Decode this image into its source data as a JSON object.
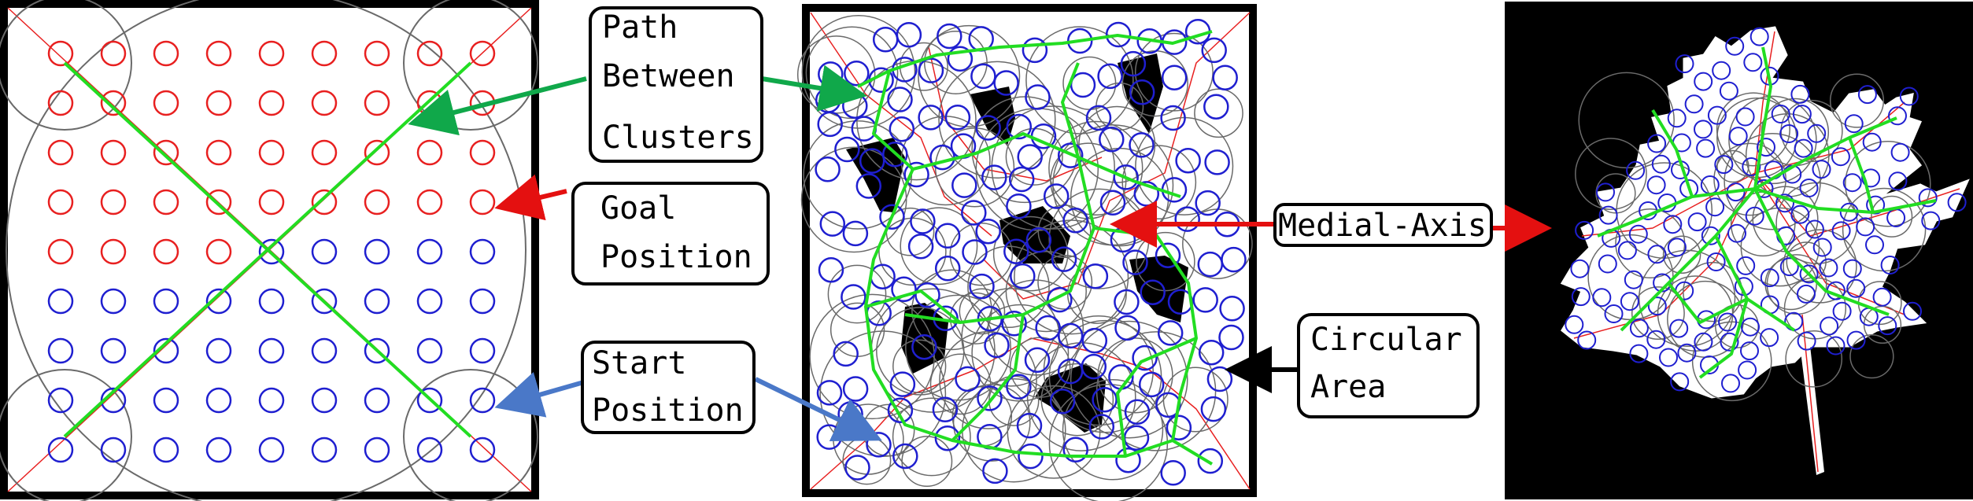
{
  "labels": {
    "path_between_clusters": [
      "Path",
      "Between",
      "Clusters"
    ],
    "goal_position": [
      "Goal",
      "Position"
    ],
    "start_position": [
      "Start",
      "Position"
    ],
    "medial_axis": [
      "Medial-Axis"
    ],
    "circular_area": [
      "Circular",
      "Area"
    ]
  },
  "colors": {
    "goal_agent": "#e82020",
    "start_agent": "#1f1fd0",
    "path": "#22dd22",
    "medial_axis": "#e82020",
    "cluster_circle": "#6a6a6a",
    "obstacle": "#000000",
    "arrow_green": "#10a84a",
    "arrow_red": "#e41010",
    "arrow_blue": "#4a78c8",
    "arrow_black": "#000000"
  },
  "icons": {
    "agent": "circle-outline",
    "arrow": "arrowhead"
  }
}
